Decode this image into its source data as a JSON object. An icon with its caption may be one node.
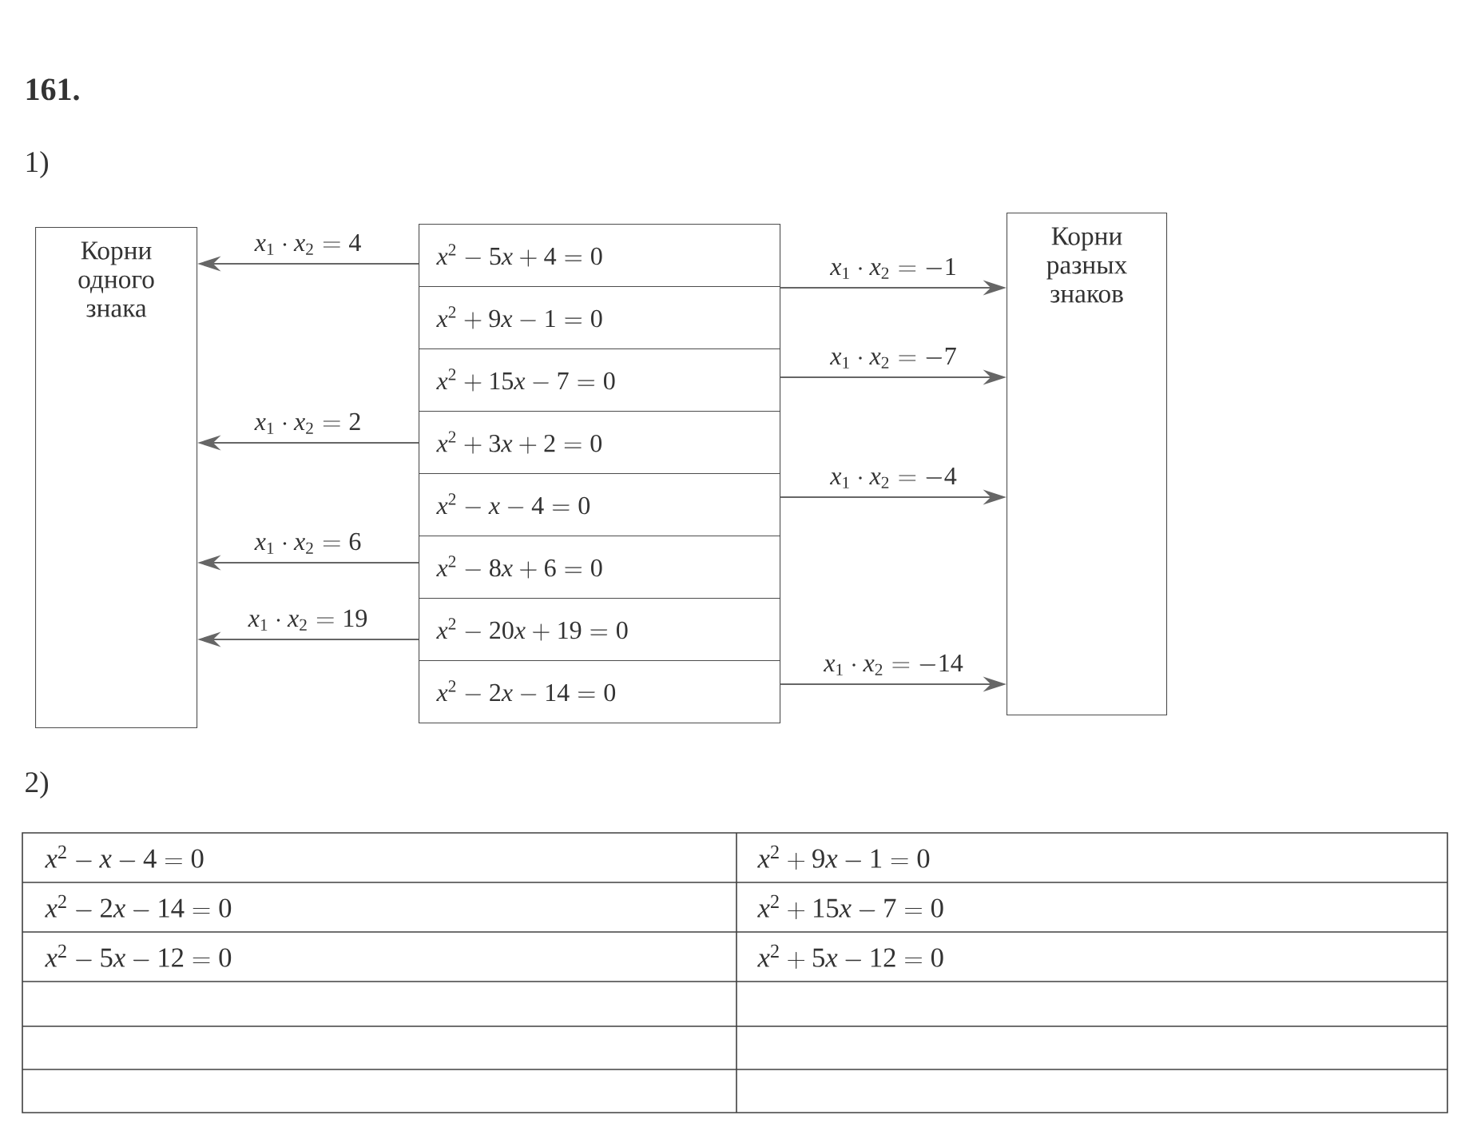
{
  "diagram": {
    "title": "161.",
    "nodes": [
      {
        "text": [
          "Корни одного знака"
        ]
      },
      {
        "text": [
          "x^2 - 5x + 4 = 0"
        ]
      },
      {
        "text": [
          "x^2 + 9x - 1 = 0"
        ]
      },
      {
        "text": [
          "x^2 + 15x - 7 = 0"
        ]
      },
      {
        "text": [
          "x^2 + 3x + 2 = 0"
        ]
      },
      {
        "text": [
          "x^2 - x - 4 = 0"
        ]
      },
      {
        "text": [
          "x^2 - 8x + 6 = 0"
        ]
      },
      {
        "text": [
          "x^2 - 20x + 19 = 0"
        ]
      },
      {
        "text": [
          "x^2 - 2x - 14 = 0"
        ]
      },
      {
        "text": [
          "Корни разных знаков"
        ]
      }
    ],
    "edges": [
      {
        "from": 1,
        "to": 0,
        "arrow": "to",
        "label": "x_1 \\cdot x_2 = 4"
      },
      {
        "from": 1,
        "to": 9,
        "arrow": "to",
        "label": "x_1 \\cdot x_2 = -1"
      },
      {
        "from": 3,
        "to": 9,
        "arrow": "to",
        "label": "x_1 \\cdot x_2 = -7"
      },
      {
        "from": 4,
        "to": 0,
        "arrow": "to",
        "label": "x_1 \\cdot x_2 = 2"
      },
      {
        "from": 5,
        "to": 9,
        "arrow": "to",
        "label": "x_1 \\cdot x_2 = -4"
      },
      {
        "from": 6,
        "to": 0,
        "arrow": "to",
        "label": "x_1 \\cdot x_2 = 6"
      },
      {
        "from": 7,
        "to": 0,
        "arrow": "to",
        "label": "x_1 \\cdot x_2 = 19"
      },
      {
        "from": 8,
        "to": 9,
        "arrow": "to",
        "label": "x_1 \\cdot x_2 = -14"
      }
    ],
    "labels": [
      "1)",
      "2)",
      "x^2 - x - 4 = 0",
      "x^2 + 9x - 1 = 0",
      "x^2 - 2x - 14 = 0",
      "x^2 + 15x - 7 = 0",
      "x^2 - 5x - 12 = 0",
      "x^2 + 5x - 12 = 0"
    ]
  }
}
